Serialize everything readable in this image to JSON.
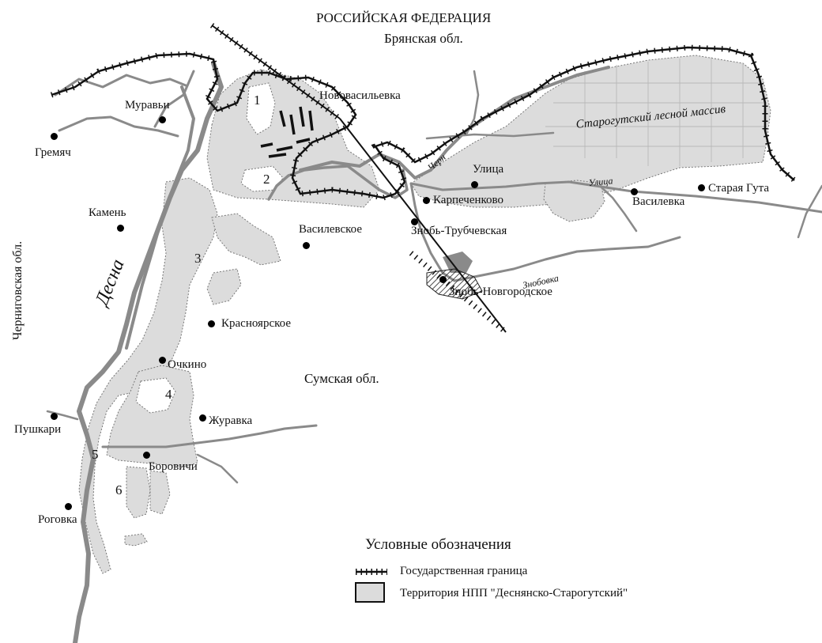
{
  "regions": {
    "russia": "РОССИЙСКАЯ ФЕДЕРАЦИЯ",
    "bryansk": "Брянская обл.",
    "chernihiv": "Черниговская обл.",
    "sumy": "Сумская обл."
  },
  "rivers": {
    "desna": "Десна",
    "chern": "Черн",
    "ulitsa": "Улица",
    "znobovka": "Знобовка"
  },
  "forest": "Старогутский лесной массив",
  "settlements": {
    "muravi": "Муравьи",
    "gremyach": "Гремяч",
    "novovasilevka": "Нововасильевка",
    "kamen": "Камень",
    "vasilevskoe": "Василевское",
    "ulitsa_v": "Улица",
    "karpechenkovo": "Карпеченково",
    "znob_trubchevskaya": "Знобь-Трубчевская",
    "znob_novgorodskoe": "Знобь-Новгородское",
    "vasilevka": "Василевка",
    "staraya_guta": "Старая Гута",
    "krasnoyarskoe": "Красноярское",
    "ochkino": "Очкино",
    "zhuravka": "Журавка",
    "pushkari": "Пушкари",
    "borovichi": "Боровичи",
    "rogovka": "Роговка"
  },
  "zones": [
    "1",
    "2",
    "3",
    "4",
    "5",
    "6"
  ],
  "legend": {
    "title": "Условные обозначения",
    "border": "Государственная граница",
    "park": "Территория НПП \"Деснянско-Старогутский\""
  },
  "colors": {
    "park_fill": "#dcdcdc",
    "river": "#8a8a8a",
    "border": "#111111"
  }
}
